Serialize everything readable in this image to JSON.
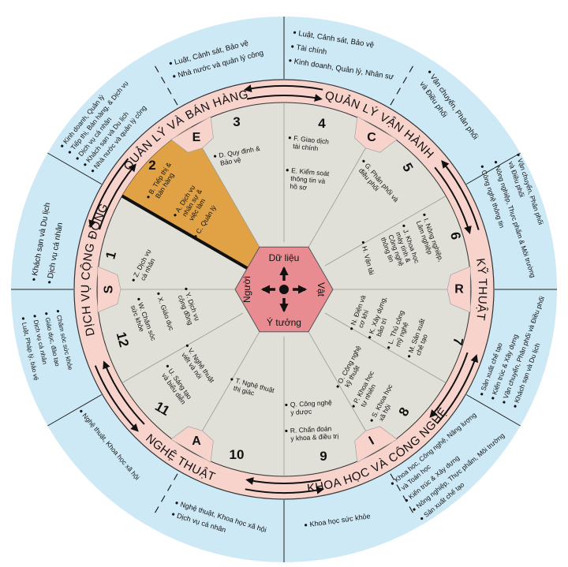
{
  "center": {
    "top": "Dữ liệu",
    "bottom": "Ý tưởng",
    "left": "Người",
    "right": "Vật"
  },
  "regions": [
    {
      "letter": "E",
      "name": "QUẢN LÝ VÀ BÁN HÀNG"
    },
    {
      "letter": "C",
      "name": "QUẢN LÝ VẬN HÀNH"
    },
    {
      "letter": "R",
      "name": "KỸ THUẬT"
    },
    {
      "letter": "I",
      "name": "KHOA HỌC VÀ CÔNG NGHỆ"
    },
    {
      "letter": "A",
      "name": "NGHỆ THUẬT"
    },
    {
      "letter": "S",
      "name": "DỊCH VỤ CỘNG ĐỒNG"
    }
  ],
  "sectors": [
    {
      "number": "1",
      "items": [
        [
          "Z. Dịch vụ",
          "cá nhân"
        ]
      ]
    },
    {
      "number": "2",
      "highlighted": true,
      "items": [
        [
          "B. Tiếp thị &",
          "Bán hàng"
        ],
        [
          "A. Dịch vụ",
          "nhân sự &",
          "việc làm"
        ],
        [
          "C. Quản lý"
        ]
      ]
    },
    {
      "number": "3",
      "items": [
        [
          "D. Quy định &",
          "Bảo vệ"
        ]
      ]
    },
    {
      "number": "4",
      "items": [
        [
          "F. Giao dịch",
          "tài chính"
        ],
        [
          "E. Kiểm soát",
          "thông tin và",
          "hồ sơ"
        ]
      ]
    },
    {
      "number": "5",
      "items": [
        [
          "G. Phân phối và",
          "điều phối"
        ]
      ]
    },
    {
      "number": "6",
      "items": [
        [
          "I. Nông nghiệp,",
          "Lâm nghiệp"
        ],
        [
          "J. Khoa học",
          "máy tính &",
          "Công nghệ",
          "thông tin"
        ],
        [
          "H. Vận tải"
        ]
      ]
    },
    {
      "number": "7",
      "items": [
        [
          "N. Điện và",
          "cơ khí"
        ],
        [
          "K. Xây dựng,",
          "bảo trì"
        ],
        [
          "L. Thủ công",
          "mỹ nghệ"
        ],
        [
          "M. Sản xuất",
          "chế tạo"
        ]
      ]
    },
    {
      "number": "8",
      "items": [
        [
          "O. Công nghệ",
          "kỹ thuật"
        ],
        [
          "P. Khoa học",
          "tự nhiên"
        ],
        [
          "S. Khoa học",
          "xã hội"
        ]
      ]
    },
    {
      "number": "9",
      "items": [
        [
          "Q. Công nghệ",
          "y dược"
        ],
        [
          "R. Chẩn đoán",
          "y khoa & điều trị"
        ]
      ]
    },
    {
      "number": "10",
      "items": [
        [
          "T. Nghệ thuật",
          "thị giác"
        ]
      ]
    },
    {
      "number": "11",
      "items": [
        [
          "V. Nghệ thuật",
          "viết và nói"
        ],
        [
          "U. Sáng tạo",
          "và biểu diễn"
        ]
      ]
    },
    {
      "number": "12",
      "items": [
        [
          "Y. Dịch vụ",
          "cộng đồng"
        ],
        [
          "X. Giáo dục"
        ],
        [
          "W. Chăm sóc",
          "sức khỏe"
        ]
      ]
    }
  ],
  "outer": [
    {
      "items": [
        [
          "Kinh doanh, Quản lý"
        ],
        [
          "Tiếp thị, Bán hàng, & Dịch vụ"
        ],
        [
          "Dịch vụ cá nhân"
        ],
        [
          "Khách sạn và Du lịch"
        ],
        [
          "Nhà nước và quản lý công"
        ]
      ]
    },
    {
      "items": [
        [
          "Luật, Cảnh sát, Bảo vệ"
        ],
        [
          "Nhà nước và quản lý công"
        ]
      ]
    },
    {
      "items": [
        [
          "Luật, Cảnh sát, Bảo vệ"
        ],
        [
          "Tài chính"
        ],
        [
          "Kinh doanh, Quản lý, Nhân sự"
        ]
      ]
    },
    {
      "items": [
        [
          "Vận chuyển, Phân phối",
          "và Điều phối"
        ]
      ]
    },
    {
      "items": [
        [
          "Vận chuyển, Phân phối",
          "và Điều phối"
        ],
        [
          "Nông nghiệp, Thực phẩm & Môi trường"
        ],
        [
          "Công nghệ thông tin"
        ]
      ]
    },
    {
      "items": [
        [
          "Sản xuất chế tạo"
        ],
        [
          "Kiến trúc & Xây dựng"
        ],
        [
          "Vận chuyển, Phân phối và Điều phối"
        ],
        [
          "Khách sạn và Du lịch"
        ]
      ]
    },
    {
      "items": [
        [
          "Khoa học, Công nghệ, Năng lượng",
          "và Toán học"
        ],
        [
          "Kiến trúc & Xây dựng"
        ],
        [
          "Nông nghiệp, Thực phẩm, Môi trường"
        ],
        [
          "Sản xuất chế tạo"
        ]
      ]
    },
    {
      "items": [
        [
          "Khoa học sức khỏe"
        ]
      ]
    },
    {
      "items": [
        [
          "Nghệ thuật, Khoa học xã hội"
        ],
        [
          "Dịch vụ cá nhân"
        ]
      ]
    },
    {
      "items": [
        [
          "Nghệ thuật, Khoa học xã hội"
        ]
      ]
    },
    {
      "items": [
        [
          "Chăm sóc sức khỏe"
        ],
        [
          "Giáo dục, đào tạo"
        ],
        [
          "Dịch vụ cá nhân"
        ],
        [
          "Luật, Pháp lý, bảo vệ"
        ]
      ]
    },
    {
      "items": [
        [
          "Khách sạn và Du lịch"
        ],
        [
          "Dịch vụ cá nhân"
        ]
      ]
    }
  ],
  "colors": {
    "outer_blue": "#cce9f5",
    "ring_pink": "#f7d3cb",
    "sector_gray": "#e1e0d8",
    "highlight_orange": "#e0a244",
    "hexagon_pink": "#e98c91"
  }
}
